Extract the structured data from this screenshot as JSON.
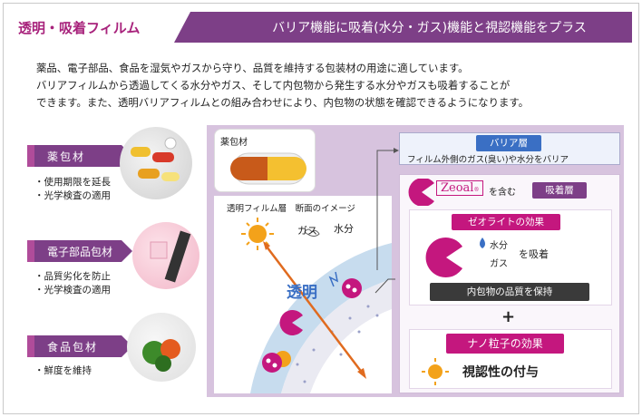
{
  "header": {
    "title": "透明・吸着フィルム",
    "subtitle": "バリア機能に吸着(水分・ガス)機能と視認機能をプラス"
  },
  "intro": [
    "薬品、電子部品、食品を湿気やガスから守り、品質を維持する包装材の用途に適しています。",
    "バリアフィルムから透過してくる水分やガス、そして内包物から発生する水分やガスも吸着することが",
    "できます。また、透明バリアフィルムとの組み合わせにより、内包物の状態を確認できるようになります。"
  ],
  "uses": [
    {
      "label": "薬包材",
      "bullets": [
        "・使用期限を延長",
        "・光学検査の適用"
      ]
    },
    {
      "label": "電子部品包材",
      "bullets": [
        "・品質劣化を防止",
        "・光学検査の適用"
      ]
    },
    {
      "label": "食品包材",
      "bullets": [
        "・鮮度を維持"
      ]
    }
  ],
  "diagram": {
    "med_label": "薬包材",
    "section_title": "透明フィルム層　断面のイメージ",
    "gas": "ガス",
    "water": "水分",
    "transparent": "透明",
    "barrier_tag": "バリア層",
    "barrier_desc": "フィルム外側のガス(臭い)や水分をバリア",
    "zeoal": "Zeoal",
    "zeoal_reg": "®",
    "contains": "を含む",
    "adsorb_tag": "吸着層",
    "zeolite_tag": "ゼオライトの効果",
    "z_water": "水分",
    "z_gas": "ガス",
    "z_adsorb": "を吸着",
    "quality": "内包物の品質を保持",
    "plus": "+",
    "nano_tag": "ナノ粒子の効果",
    "visibility": "視認性の付与"
  },
  "colors": {
    "purple": "#7d3f87",
    "magenta": "#c4177e",
    "blue": "#3a6fc4",
    "lavender": "#d7c3de"
  }
}
